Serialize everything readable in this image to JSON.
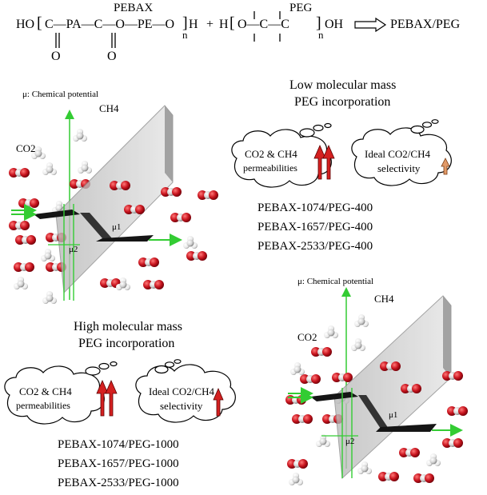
{
  "reaction": {
    "pebax_label": "PEBAX",
    "peg_label": "PEG",
    "ho": "HO",
    "pebax_chain": "C—PA—C—O—PE—O",
    "h": "H",
    "n1": "n",
    "plus": "+",
    "h2": "H",
    "peg_chain": "O—C—C",
    "n2": "n",
    "oh": "OH",
    "o1": "O",
    "o2": "O",
    "product": "PEBAX/PEG"
  },
  "low_panel": {
    "axis_label": "μ: Chemical potential",
    "ch4": "CH4",
    "co2": "CO2",
    "mu1": "μ1",
    "mu2": "μ2",
    "title_line1": "Low molecular mass",
    "title_line2": "PEG incorporation",
    "cloud1_line1": "CO2 & CH4",
    "cloud1_line2": "permeabilities",
    "cloud2_line1": "Ideal CO2/CH4",
    "cloud2_line2": "selectivity",
    "blends": [
      "PEBAX-1074/PEG-400",
      "PEBAX-1657/PEG-400",
      "PEBAX-2533/PEG-400"
    ]
  },
  "high_panel": {
    "axis_label": "μ: Chemical potential",
    "ch4": "CH4",
    "co2": "CO2",
    "mu1": "μ1",
    "mu2": "μ2",
    "title_line1": "High molecular mass",
    "title_line2": "PEG incorporation",
    "cloud1_line1": "CO2 & CH4",
    "cloud1_line2": "permeabilities",
    "cloud2_line1": "Ideal CO2/CH4",
    "cloud2_line2": "selectivity",
    "blends": [
      "PEBAX-1074/PEG-1000",
      "PEBAX-1657/PEG-1000",
      "PEBAX-2533/PEG-1000"
    ]
  },
  "colors": {
    "co2": "#c8141e",
    "ch4": "#e6e6e6",
    "axis_green": "#33cc33",
    "membrane": "#c4c4c4",
    "arrow_red": "#d42020"
  }
}
